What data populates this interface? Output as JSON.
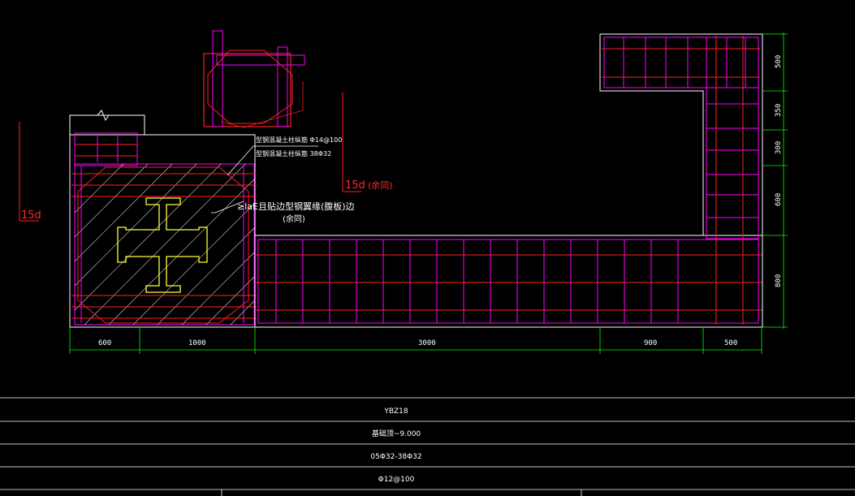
{
  "drawing": {
    "labels": {
      "anchor_15d_left": "15d",
      "anchor_15d_right": "15d",
      "anchor_note": "(余同)",
      "lae_note": "≥laE且贴边型钢翼缘(腹板)边",
      "lae_note_2": "(余同)",
      "steel_note_1": "型钢混凝土柱纵筋 Φ14@100",
      "steel_note_2": "型钢混凝土柱纵筋 38Φ32"
    },
    "dims_bottom": [
      "600",
      "1000",
      "3000",
      "900",
      "500"
    ],
    "dims_right": [
      "500",
      "350",
      "300",
      "600",
      "800"
    ]
  },
  "table": {
    "rows": [
      "YBZ18",
      "基础顶~9.000",
      "05Φ32-38Φ32",
      "Φ12@100"
    ]
  },
  "colors": {
    "background": "#000000",
    "magenta": "#ff00ff",
    "red": "#ff2020",
    "white": "#ffffff",
    "green": "#00ff00",
    "yellow": "#ffff33"
  }
}
